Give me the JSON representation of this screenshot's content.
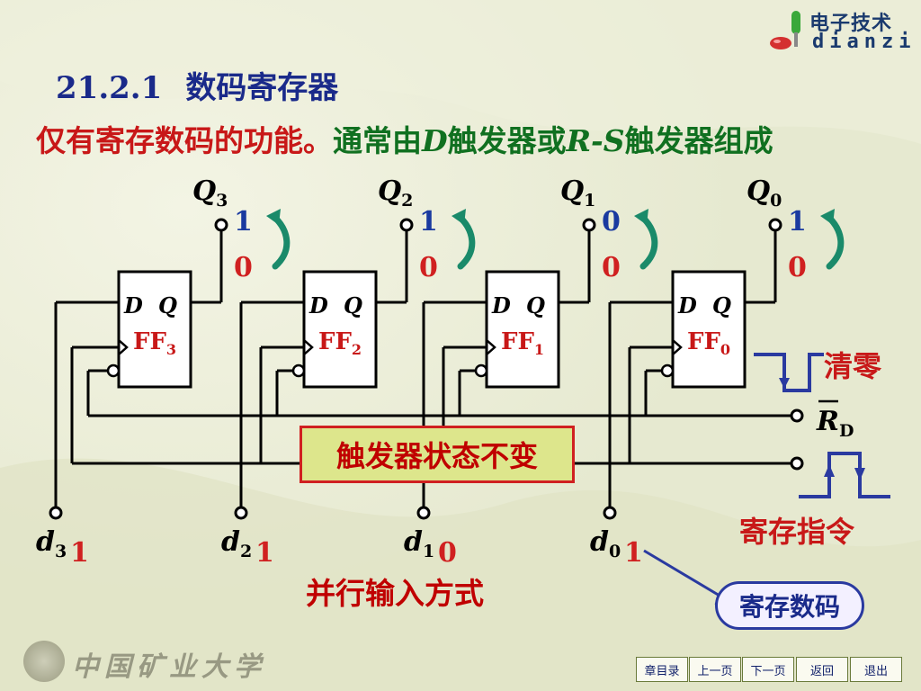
{
  "logo": {
    "cn": "电子技术",
    "en": "dianzi"
  },
  "heading": {
    "number": "21.2.1",
    "title": "数码寄存器"
  },
  "intro": {
    "red_part": "仅有寄存数码的功能。",
    "green_1": "通常由",
    "italic_1": "D",
    "green_2": "触发器或",
    "italic_2": "R-S",
    "green_3": "触发器组成"
  },
  "flipflops": [
    {
      "name": "FF",
      "sub": "3",
      "q": "Q",
      "q_sub": "3",
      "d": "d",
      "d_sub": "3",
      "input": "1",
      "q_new": "1",
      "q_old": "0"
    },
    {
      "name": "FF",
      "sub": "2",
      "q": "Q",
      "q_sub": "2",
      "d": "d",
      "d_sub": "2",
      "input": "1",
      "q_new": "1",
      "q_old": "0"
    },
    {
      "name": "FF",
      "sub": "1",
      "q": "Q",
      "q_sub": "1",
      "d": "d",
      "d_sub": "1",
      "input": "0",
      "q_new": "0",
      "q_old": "0"
    },
    {
      "name": "FF",
      "sub": "0",
      "q": "Q",
      "q_sub": "0",
      "d": "d",
      "d_sub": "0",
      "input": "1",
      "q_new": "1",
      "q_old": "0"
    }
  ],
  "pins": {
    "d": "D",
    "q": "Q"
  },
  "labels": {
    "clear": "清零",
    "rd": "R",
    "rd_sub": "D",
    "store_cmd": "寄存指令",
    "center": "触发器状态不变",
    "parallel": "并行输入方式",
    "bubble": "寄存数码"
  },
  "nav": [
    "章目录",
    "上一页",
    "下一页",
    "返回",
    "退出"
  ],
  "colors": {
    "background": "#e9ecd6",
    "wire": "#000000",
    "title_blue": "#1a2a8a",
    "red": "#c81818",
    "green": "#107020",
    "value_blue": "#1a3aa0",
    "value_red": "#d02020",
    "arrow_green": "#1a8a6a",
    "pulse_blue": "#2a3aa0"
  },
  "icons": [
    "university-seal-icon",
    "led-logo-icon",
    "curved-arrow-icon",
    "pulse-waveform-icon"
  ]
}
